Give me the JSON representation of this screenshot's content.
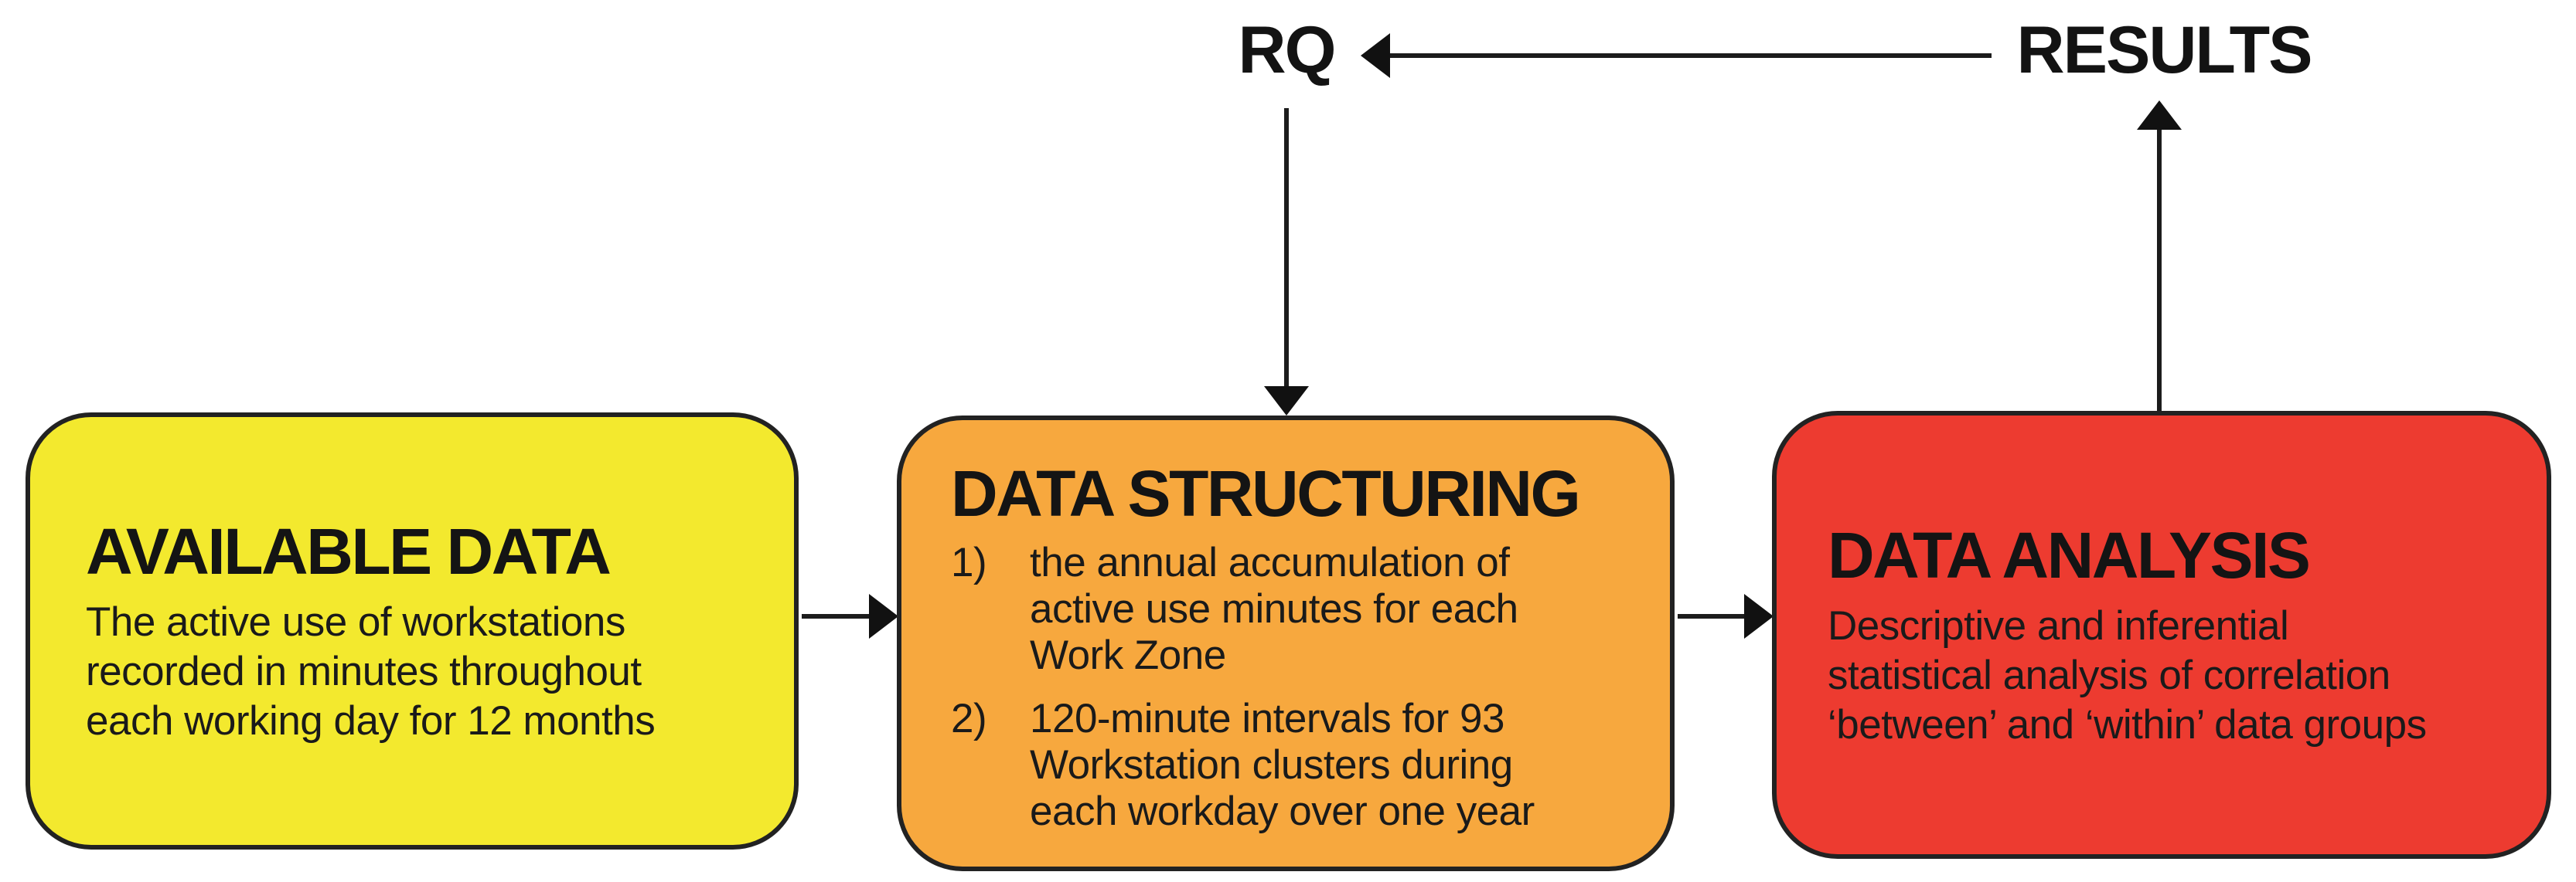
{
  "labels": {
    "rq": "RQ",
    "results": "RESULTS"
  },
  "boxes": {
    "available_data": {
      "title": "AVAILABLE DATA",
      "body_lines": [
        "The active use of workstations",
        "recorded in minutes throughout",
        "each working day for 12 months"
      ],
      "fill_color": "#f3e92e"
    },
    "data_structuring": {
      "title": "DATA STRUCTURING",
      "items": [
        {
          "marker": "1)",
          "lines": [
            "the annual accumulation of",
            "active use minutes for each",
            "Work Zone"
          ]
        },
        {
          "marker": "2)",
          "lines": [
            "120-minute intervals for 93",
            "Workstation clusters during",
            "each workday over one year"
          ]
        }
      ],
      "fill_color": "#f7a83e"
    },
    "data_analysis": {
      "title": "DATA ANALYSIS",
      "body_lines": [
        "Descriptive and inferential",
        "statistical analysis of correlation",
        "‘between’ and ‘within’ data groups"
      ],
      "fill_color": "#ed3b30"
    }
  },
  "arrow_color": "#1c1c1c"
}
